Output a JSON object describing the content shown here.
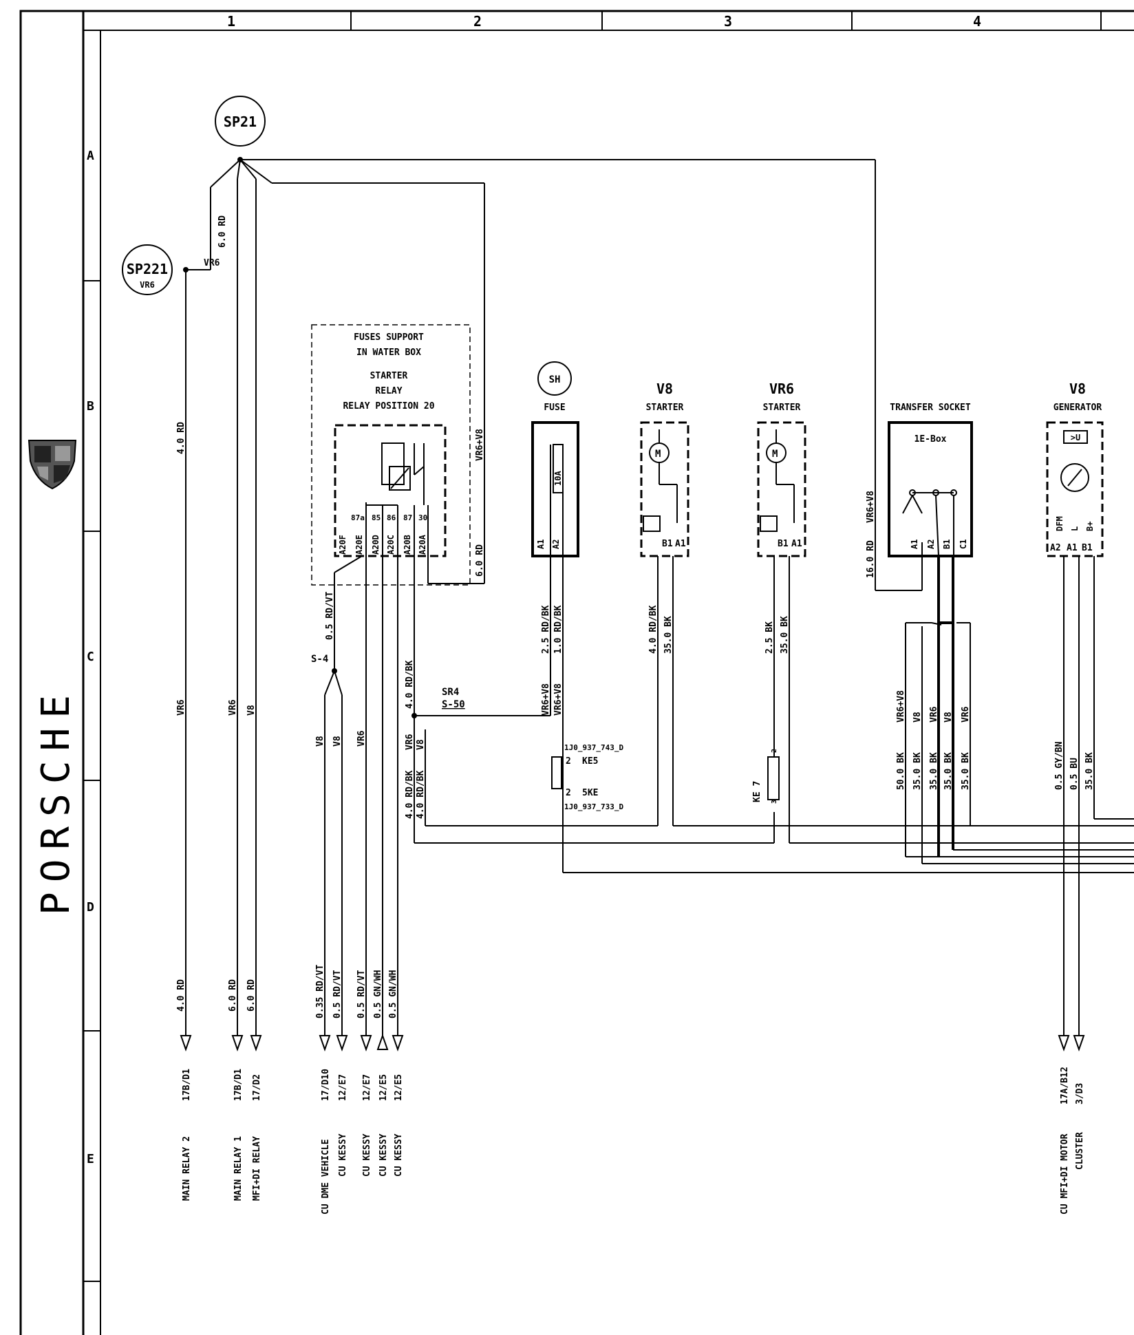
{
  "brand": {
    "name": "PORSCHE"
  },
  "frame": {
    "columns": [
      "1",
      "2",
      "3",
      "4"
    ],
    "rows": [
      "A",
      "B",
      "C",
      "D",
      "E"
    ]
  },
  "splices": {
    "sp21": "SP21",
    "sp221": "SP221",
    "sp221_sub": "VR6",
    "sh": "SH",
    "s4": "S-4",
    "sr4": "SR4",
    "s50": "S-50"
  },
  "components": {
    "fuses_support": {
      "line1": "FUSES SUPPORT",
      "line2": "IN WATER BOX",
      "line3": "STARTER",
      "line4": "RELAY",
      "line5": "RELAY POSITION  20",
      "contacts": [
        "87a",
        "85",
        "86",
        "87",
        "30"
      ],
      "pins": [
        "A20F",
        "A20E",
        "A20D",
        "A20C",
        "A20B",
        "A20A"
      ]
    },
    "fuse": {
      "title": "FUSE",
      "rating": "10A",
      "pins": [
        "A1",
        "A2"
      ]
    },
    "v8_starter": {
      "title": "V8",
      "sub": "STARTER",
      "pins": [
        "B1",
        "A1"
      ]
    },
    "vr6_starter": {
      "title": "VR6",
      "sub": "STARTER",
      "pins": [
        "B1",
        "A1"
      ]
    },
    "transfer_socket": {
      "title": "TRANSFER SOCKET",
      "box": "1E-Box",
      "pins": [
        "A1",
        "A2",
        "B1",
        "C1"
      ]
    },
    "v8_generator": {
      "title": "V8",
      "sub": "GENERATOR",
      "symbol": ">U",
      "pin_labels": [
        "DFM",
        "L",
        "B+"
      ],
      "pins": [
        "A2",
        "A1",
        "B1"
      ]
    }
  },
  "connectors": {
    "ke5_part": "1J0_937_743_D",
    "ke5_pin": "2",
    "ke5_name": "KE5",
    "ske_pin": "2",
    "ske_name": "5KE",
    "ske_part": "1J0_937_733_D",
    "ke7_name": "KE 7",
    "ke7_pin_a": "2",
    "ke7_pin_b": "3"
  },
  "wires": {
    "w_6rd_top": "6.0 RD",
    "w_vr6_sp221": "VR6",
    "w_4rd_b": "4.0 RD",
    "w_vr6_c": "VR6",
    "w_vr6_2": "VR6",
    "w_v8_2": "V8",
    "w_vr6v8_relay": "VR6+V8",
    "w_6rd_relay": "6.0 RD",
    "w_05rdvt": "0.5 RD/VT",
    "w_v8_s4a": "V8",
    "w_v8_s4b": "V8",
    "w_vr6_s4": "VR6",
    "w_4rdbk_c": "4.0 RD/BK",
    "w_vr6_d": "VR6",
    "w_v8_d": "V8",
    "w_4rdbk_d1": "4.0 RD/BK",
    "w_4rdbk_d2": "4.0 RD/BK",
    "w_25rdbk": "2.5 RD/BK",
    "w_10rdbk": "1.0 RD/BK",
    "w_vr6v8_f1": "VR6+V8",
    "w_vr6v8_f2": "VR6+V8",
    "w_v8s_40": "4.0 RD/BK",
    "w_v8s_35": "35.0 BK",
    "w_vr6s_25": "2.5 BK",
    "w_vr6s_35": "35.0 BK",
    "w_16rd": "16.0 RD",
    "w_16vr6v8": "VR6+V8",
    "w_ts_vr6v8": "VR6+V8",
    "w_ts_v8": "V8",
    "w_ts_vr6": "VR6",
    "w_ts_v8b": "V8",
    "w_ts_vr6b": "VR6",
    "w_ts_50": "50.0 BK",
    "w_ts_35a": "35.0 BK",
    "w_ts_35b": "35.0 BK",
    "w_ts_35c": "35.0 BK",
    "w_ts_35d": "35.0 BK",
    "w_gen_gy": "0.5 GY/BN",
    "w_gen_bu": "0.5 BU",
    "w_gen_bk": "35.0 BK"
  },
  "bottom_wires": [
    "4.0 RD",
    "6.0 RD",
    "6.0 RD",
    "0.35 RD/VT",
    "0.5 RD/VT",
    "0.5 RD/VT",
    "0.5 GN/WH",
    "0.5 GN/WH"
  ],
  "refs": [
    "17B/D1",
    "17B/D1",
    "17/D2",
    "17/D10",
    "12/E7",
    "12/E7",
    "12/E5",
    "12/E5",
    "17A/B12",
    "3/D3"
  ],
  "destinations": [
    "MAIN RELAY 2",
    "MAIN RELAY 1",
    "MFI+DI RELAY",
    "CU DME VEHICLE",
    "CU KESSY",
    "CU KESSY",
    "CU KESSY",
    "CU KESSY",
    "CU MFI+DI MOTOR",
    "CLUSTER"
  ]
}
